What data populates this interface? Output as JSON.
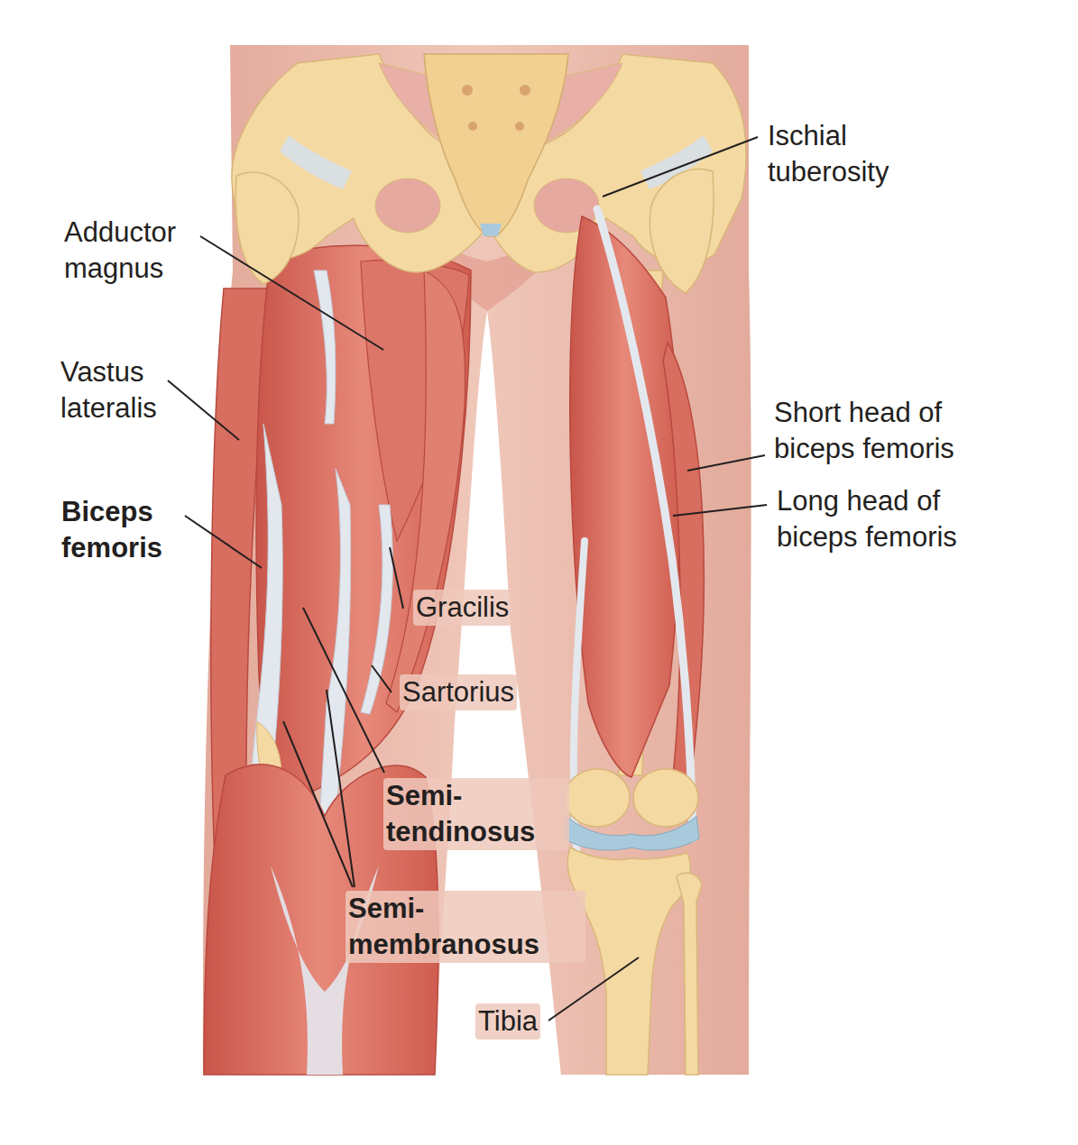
{
  "diagram": {
    "labels": [
      "Ischial tuberosity",
      "Adductor magnus",
      "Vastus lateralis",
      "Short head of biceps femoris",
      "Long head of biceps femoris",
      "Biceps femoris",
      "Gracilis",
      "Sartorius",
      "Semi- tendinosus",
      "Semi- membranosus",
      "Tibia"
    ]
  }
}
